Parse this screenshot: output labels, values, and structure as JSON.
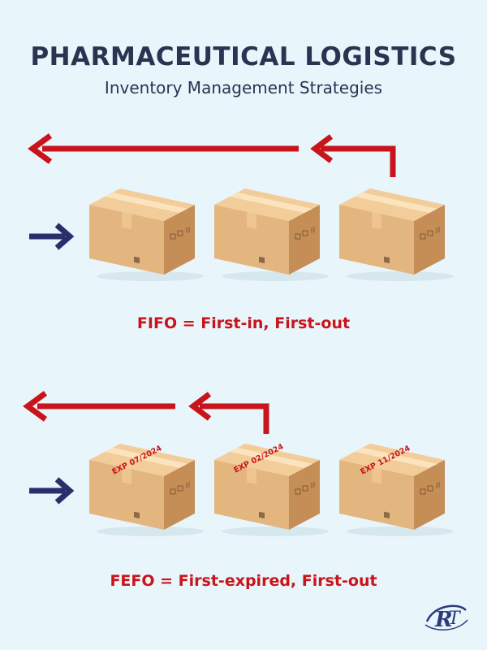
{
  "header": {
    "title": "PHARMACEUTICAL LOGISTICS",
    "subtitle": "Inventory Management Strategies"
  },
  "sections": [
    {
      "id": "fifo",
      "caption": "FIFO = First-in, First-out",
      "box_labels": [
        "",
        "",
        ""
      ]
    },
    {
      "id": "fefo",
      "caption": "FEFO = First-expired, First-out",
      "box_labels": [
        "EXP 07/2024",
        "EXP 02/2024",
        "EXP 11/2024"
      ]
    }
  ],
  "colors": {
    "background": "#e8f5fb",
    "title": "#2a3350",
    "accent_red": "#c8141a",
    "arrow_navy": "#2a2f6b",
    "box_front": "#e3b57f",
    "box_side": "#c48e56",
    "box_top": "#f2cd9a"
  },
  "icons": {
    "logo": "rt-logo-icon",
    "incoming_arrow": "arrow-right-icon",
    "outgoing_arrow": "arrow-left-icon",
    "box": "cardboard-box-icon"
  }
}
